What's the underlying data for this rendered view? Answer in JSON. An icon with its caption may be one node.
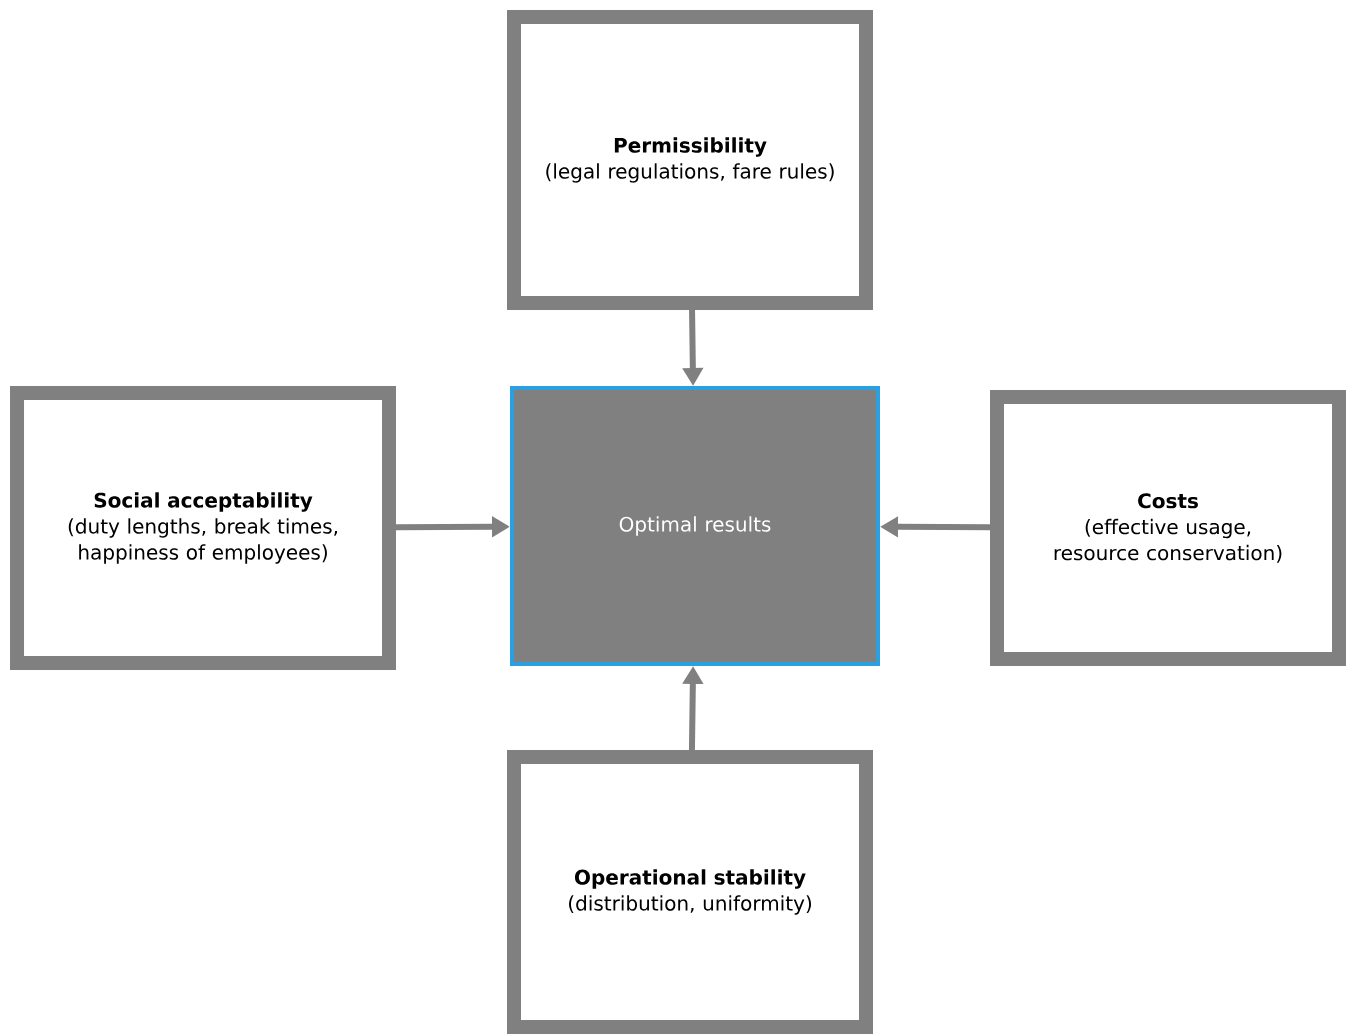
{
  "diagram": {
    "nodes": [
      {
        "text": [
          "Permissibility",
          "(legal regulations, fare rules)"
        ]
      },
      {
        "text": [
          "Social acceptability",
          "(duty lengths, break times, happiness of employees)"
        ]
      },
      {
        "text": [
          "Optimal results"
        ]
      },
      {
        "text": [
          "Costs",
          "(effective usage, resource conservation)"
        ]
      },
      {
        "text": [
          "Operational stability",
          "(distribution, uniformity)"
        ]
      }
    ],
    "edges": [
      {
        "from": 0,
        "to": 2,
        "arrow": "to"
      },
      {
        "from": 1,
        "to": 2,
        "arrow": "to"
      },
      {
        "from": 3,
        "to": 2,
        "arrow": "to"
      },
      {
        "from": 4,
        "to": 2,
        "arrow": "to"
      }
    ]
  }
}
